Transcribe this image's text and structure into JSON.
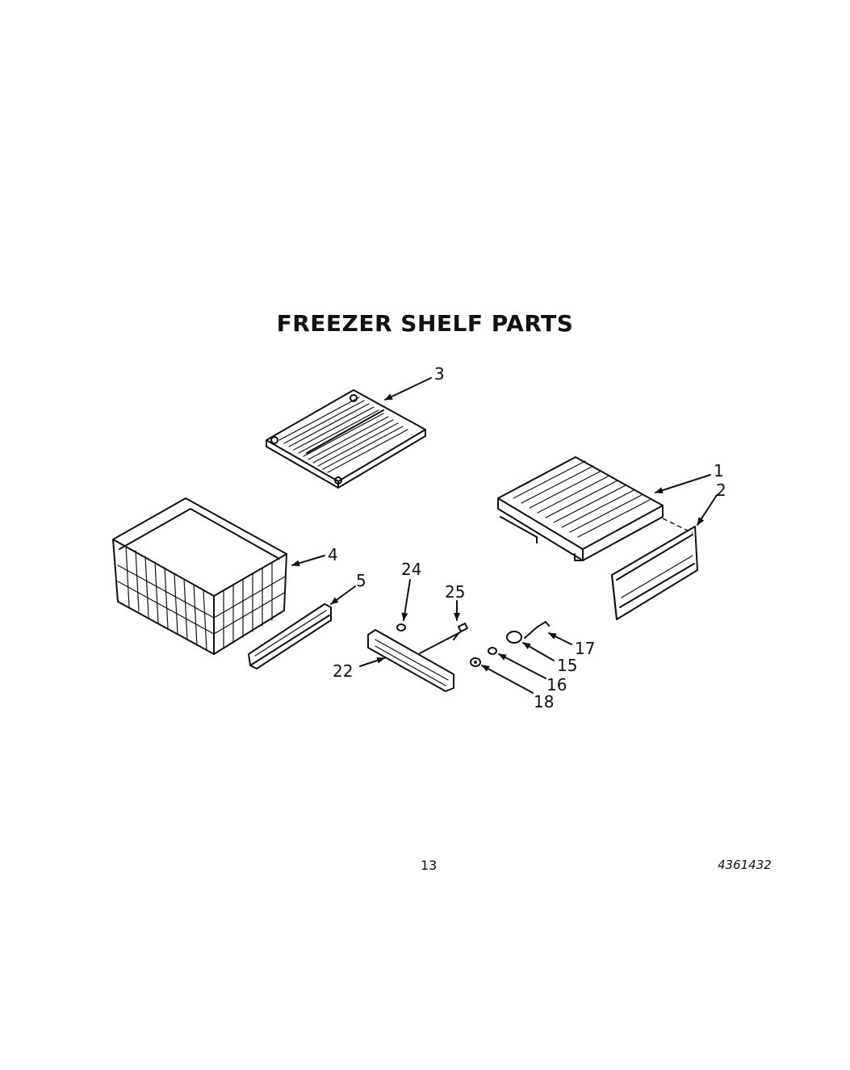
{
  "title": "FREEZER SHELF PARTS",
  "callouts": {
    "c1": "1",
    "c2": "2",
    "c3": "3",
    "c4": "4",
    "c5": "5",
    "c15": "15",
    "c16": "16",
    "c17": "17",
    "c18": "18",
    "c22": "22",
    "c24": "24",
    "c25": "25"
  },
  "footer": {
    "page_number": "13",
    "document_number": "4361432"
  }
}
